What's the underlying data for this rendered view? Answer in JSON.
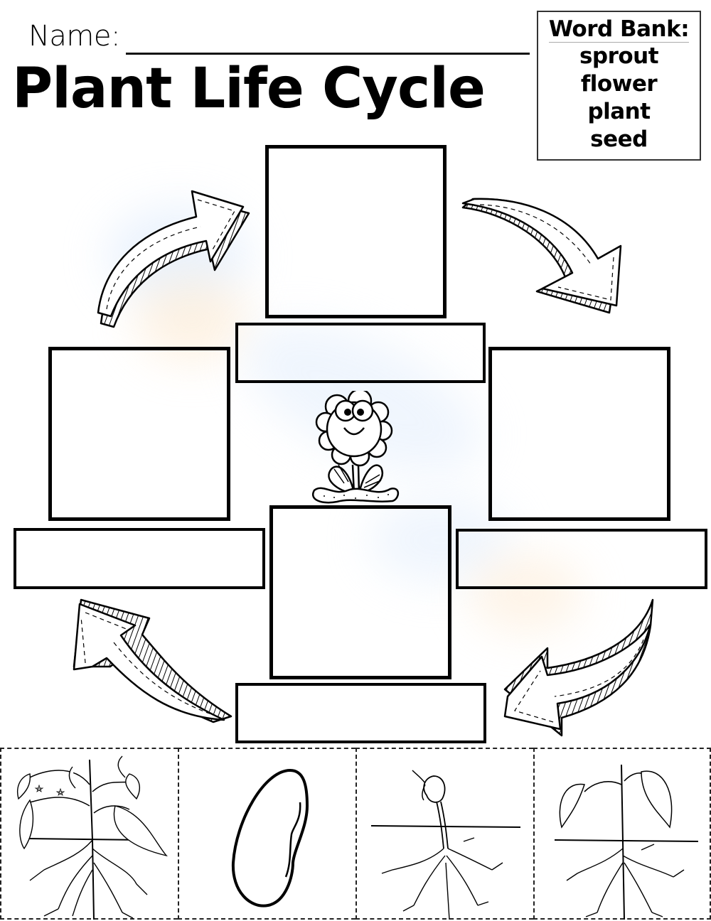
{
  "worksheet": {
    "name_label": "Name:",
    "title": "Plant Life Cycle"
  },
  "word_bank": {
    "title": "Word Bank:",
    "words": [
      "sprout",
      "flower",
      "plant",
      "seed"
    ]
  },
  "cycle": {
    "stages": [
      {
        "position": "top",
        "picture": "",
        "label": ""
      },
      {
        "position": "right",
        "picture": "",
        "label": ""
      },
      {
        "position": "bottom",
        "picture": "",
        "label": ""
      },
      {
        "position": "left",
        "picture": "",
        "label": ""
      }
    ],
    "arrows": [
      "top-left-curved-arrow",
      "top-right-curved-arrow",
      "bottom-right-curved-arrow",
      "bottom-left-curved-arrow"
    ],
    "center_icon": "smiling-flower-icon"
  },
  "cutouts": {
    "cells": [
      {
        "icon": "flowering-plant-icon"
      },
      {
        "icon": "seed-icon"
      },
      {
        "icon": "sprout-icon"
      },
      {
        "icon": "young-plant-icon"
      }
    ]
  },
  "colors": {
    "ink": "#000000",
    "watermark_blue": "#dbe9fb",
    "watermark_orange": "#fde9cf"
  }
}
